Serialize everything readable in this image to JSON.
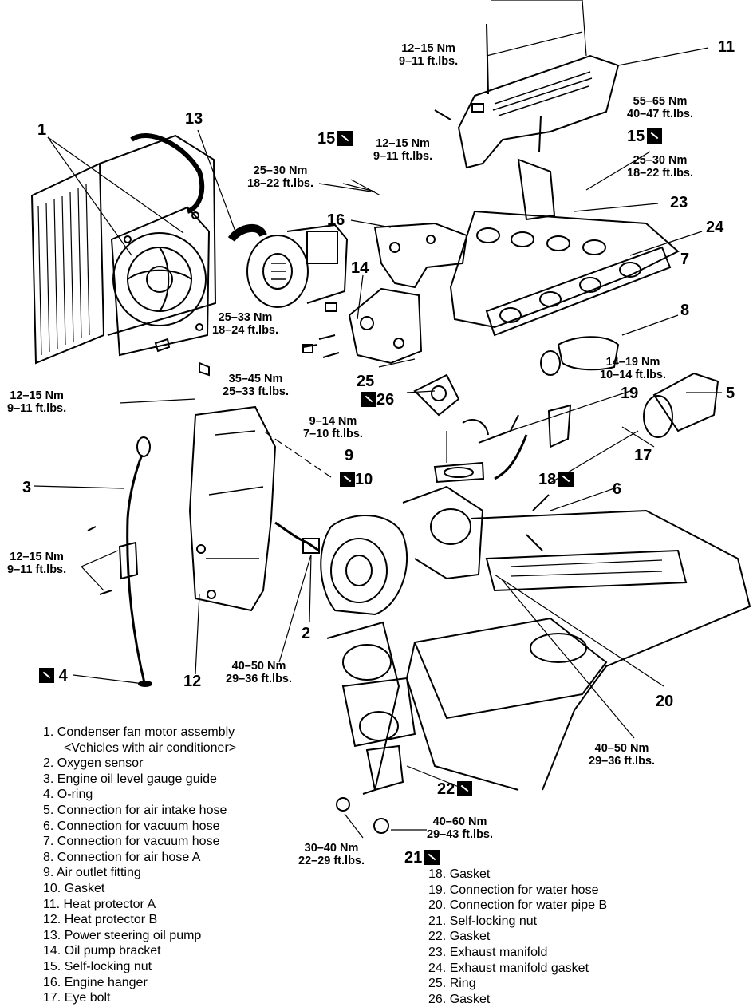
{
  "callouts": {
    "c1": "1",
    "c2": "2",
    "c3": "3",
    "c4": "4",
    "c5": "5",
    "c6": "6",
    "c7": "7",
    "c8": "8",
    "c9": "9",
    "c10": "10",
    "c11": "11",
    "c12": "12",
    "c13": "13",
    "c14": "14",
    "c15a": "15",
    "c15b": "15",
    "c16": "16",
    "c17": "17",
    "c18": "18",
    "c19": "19",
    "c20": "20",
    "c21": "21",
    "c22": "22",
    "c23": "23",
    "c24": "24",
    "c25": "25",
    "c26": "26"
  },
  "torques": {
    "t_top": {
      "nm": "12–15 Nm",
      "ft": "9–11 ft.lbs."
    },
    "t_hanger": {
      "nm": "12–15 Nm",
      "ft": "9–11 ft.lbs."
    },
    "t_manif": {
      "nm": "55–65 Nm",
      "ft": "40–47 ft.lbs."
    },
    "t_nut15r": {
      "nm": "25–30 Nm",
      "ft": "18–22 ft.lbs."
    },
    "t_nut15l": {
      "nm": "25–30 Nm",
      "ft": "18–22 ft.lbs."
    },
    "t_pump": {
      "nm": "25–33 Nm",
      "ft": "18–24 ft.lbs."
    },
    "t_bracket": {
      "nm": "35–45 Nm",
      "ft": "25–33 ft.lbs."
    },
    "t_prot": {
      "nm": "12–15 Nm",
      "ft": "9–11 ft.lbs."
    },
    "t_fit": {
      "nm": "9–14 Nm",
      "ft": "7–10 ft.lbs."
    },
    "t_eye": {
      "nm": "14–19 Nm",
      "ft": "10–14 ft.lbs."
    },
    "t_guide": {
      "nm": "12–15 Nm",
      "ft": "9–11 ft.lbs."
    },
    "t_o2": {
      "nm": "40–50 Nm",
      "ft": "29–36 ft.lbs."
    },
    "t_pipe": {
      "nm": "40–50 Nm",
      "ft": "29–36 ft.lbs."
    },
    "t_nut21": {
      "nm": "40–60 Nm",
      "ft": "29–43 ft.lbs."
    },
    "t_bolt": {
      "nm": "30–40 Nm",
      "ft": "22–29 ft.lbs."
    }
  },
  "legend_left": [
    "1. Condenser fan motor assembly",
    "<Vehicles with air conditioner>",
    "2. Oxygen sensor",
    "3. Engine oil level gauge guide",
    "4. O-ring",
    "5. Connection for air intake hose",
    "6. Connection for vacuum hose",
    "7. Connection for vacuum hose",
    "8. Connection for air hose A",
    "9. Air outlet fitting",
    "10. Gasket",
    "11. Heat protector A",
    "12. Heat protector B",
    "13. Power steering oil pump",
    "14. Oil pump bracket",
    "15. Self-locking nut",
    "16. Engine hanger",
    "17. Eye bolt"
  ],
  "legend_right": [
    "18. Gasket",
    "19. Connection for water hose",
    "20. Connection for water pipe B",
    "21. Self-locking nut",
    "22. Gasket",
    "23. Exhaust manifold",
    "24. Exhaust manifold gasket",
    "25. Ring",
    "26. Gasket"
  ]
}
